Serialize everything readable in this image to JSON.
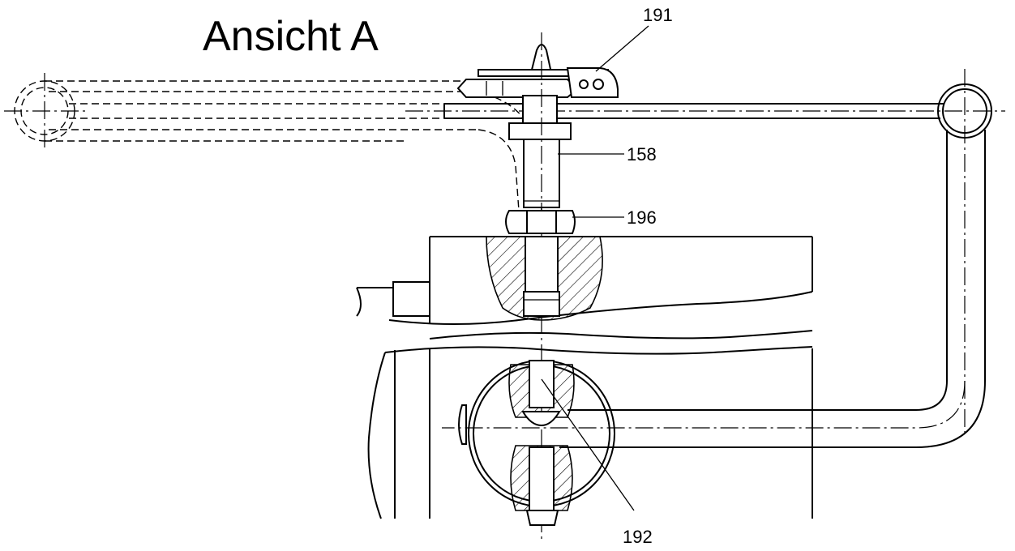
{
  "title": "Ansicht A",
  "callouts": [
    {
      "id": "191",
      "label": "191"
    },
    {
      "id": "158",
      "label": "158"
    },
    {
      "id": "196",
      "label": "196"
    },
    {
      "id": "192",
      "label": "192"
    }
  ],
  "colors": {
    "line": "#000000",
    "background": "#ffffff"
  }
}
